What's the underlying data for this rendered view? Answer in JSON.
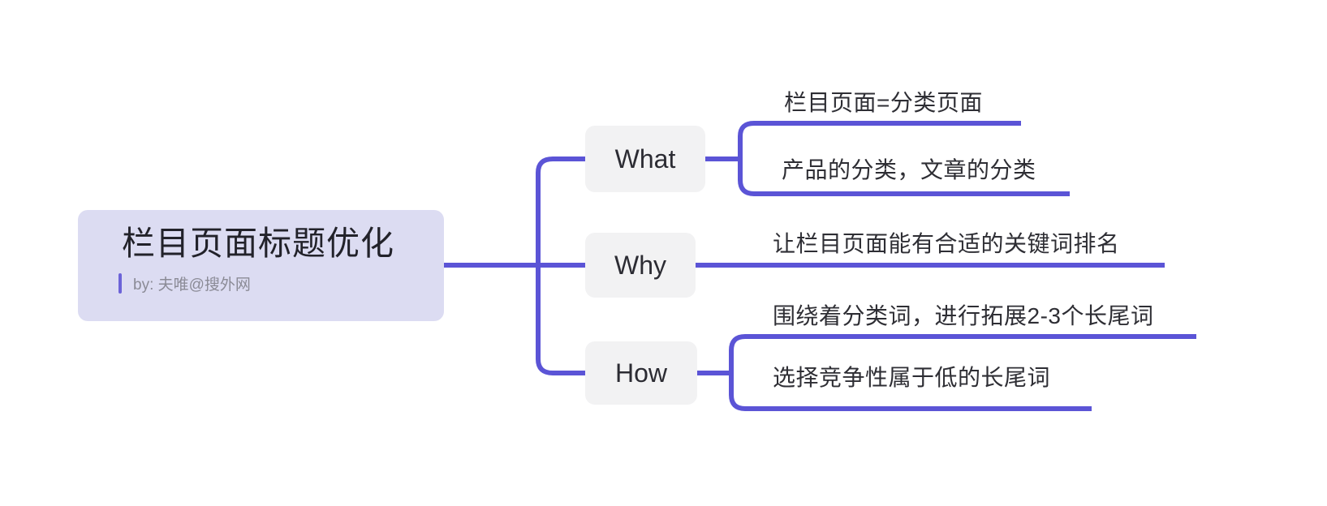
{
  "colors": {
    "accent": "#5b54d6",
    "root_fill": "#dcdcf2",
    "branch_fill": "#f2f2f3",
    "text_dark": "#2e2e34",
    "text_muted": "#8b8b96",
    "canvas": "#ffffff"
  },
  "mindmap": {
    "root": {
      "title": "栏目页面标题优化",
      "subtitle": "by: 夫唯@搜外网"
    },
    "branches": [
      {
        "label": "What",
        "children": [
          {
            "text": "栏目页面=分类页面"
          },
          {
            "text": "产品的分类，文章的分类"
          }
        ]
      },
      {
        "label": "Why",
        "children": [
          {
            "text": "让栏目页面能有合适的关键词排名"
          }
        ]
      },
      {
        "label": "How",
        "children": [
          {
            "text": "围绕着分类词，进行拓展2-3个长尾词"
          },
          {
            "text": "选择竞争性属于低的长尾词"
          }
        ]
      }
    ]
  }
}
